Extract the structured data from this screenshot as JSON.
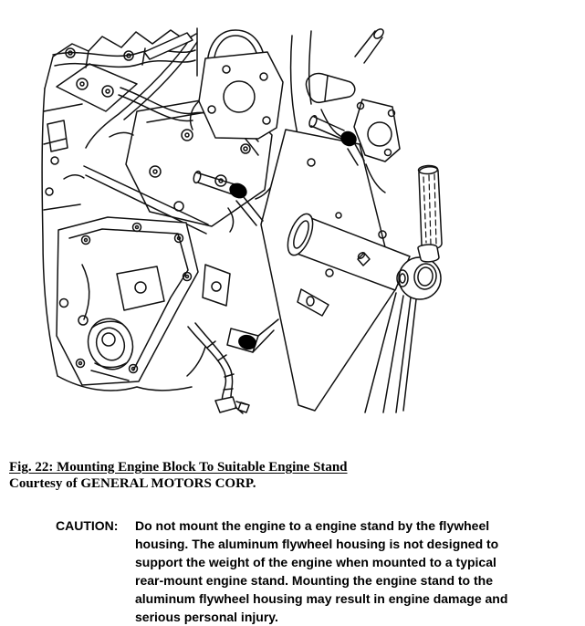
{
  "figure": {
    "caption_title": "Fig. 22: Mounting Engine Block To Suitable Engine Stand",
    "caption_courtesy": "Courtesy of GENERAL MOTORS CORP.",
    "illustration_name": "engine-block-mounted-to-engine-stand-line-drawing"
  },
  "caution": {
    "label": "CAUTION:",
    "lines": [
      "Do not mount the engine to a engine stand by the flywheel",
      "housing. The aluminum flywheel housing is not designed to",
      "support the weight of the engine when mounted to a typical",
      "rear-mount engine stand. Mounting the engine stand to the",
      "aluminum flywheel housing may result in engine damage and",
      "serious personal injury."
    ]
  },
  "colors": {
    "ink": "#101010",
    "paper": "#ffffff"
  }
}
